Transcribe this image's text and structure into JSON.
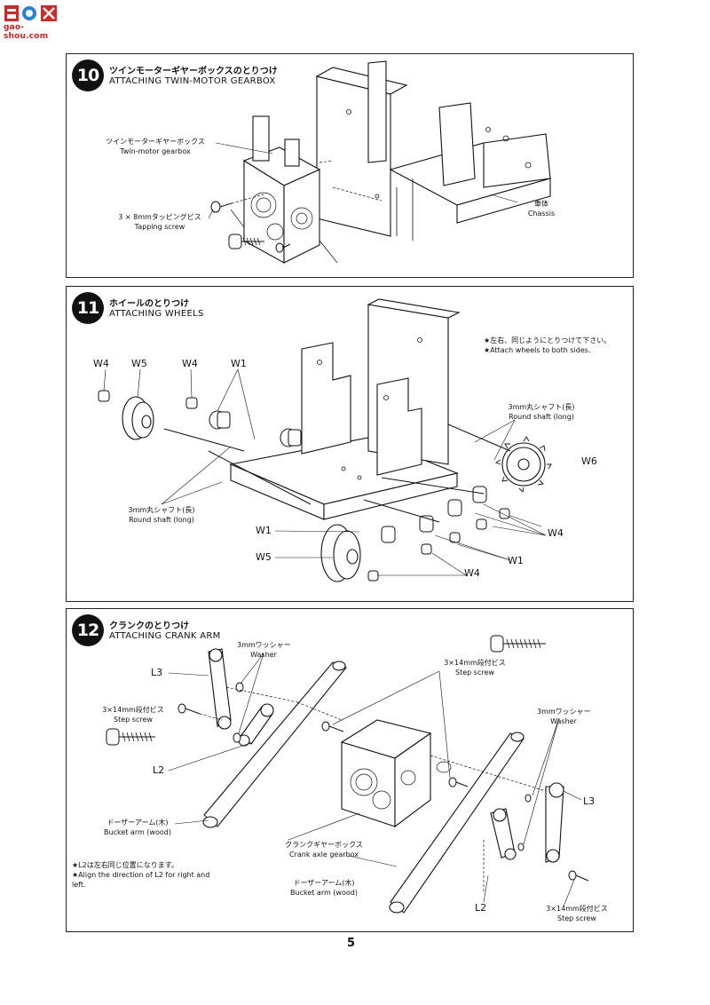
{
  "watermark": {
    "url": "gao-shou.com"
  },
  "page_number": "5",
  "step10": {
    "number": "10",
    "title_jp": "ツインモーターギヤーボックスのとりつけ",
    "title_en": "ATTACHING TWIN-MOTOR GEARBOX",
    "gearbox_jp": "ツインモーターギヤーボックス",
    "gearbox_en": "Twin-motor gearbox",
    "screw_jp": "3 × 8mmタッピングビス",
    "screw_en": "Tapping screw",
    "chassis_jp": "車体",
    "chassis_en": "Chassis"
  },
  "step11": {
    "number": "11",
    "title_jp": "ホイールのとりつけ",
    "title_en": "ATTACHING WHEELS",
    "note_jp": "★左右、同じようにとりつけて下さい。",
    "note_en": "★Attach wheels to both sides.",
    "shaft_jp": "3mm丸シャフト(長)",
    "shaft_en": "Round shaft (long)",
    "parts": {
      "w1": "W1",
      "w4": "W4",
      "w5": "W5",
      "w6": "W6"
    }
  },
  "step12": {
    "number": "12",
    "title_jp": "クランクのとりつけ",
    "title_en": "ATTACHING CRANK ARM",
    "washer_jp": "3mmワッシャー",
    "washer_en": "Washer",
    "stepscrew_jp": "3×14mm段付ビス",
    "stepscrew_en": "Step screw",
    "bucket_jp": "ドーザーアーム(木)",
    "bucket_en": "Bucket arm (wood)",
    "crank_jp": "クランクギヤーボックス",
    "crank_en": "Crank axle gearbox",
    "note_jp": "★L2は左右同じ位置になります。",
    "note_en": "★Align the direction of L2 for right and left.",
    "parts": {
      "l2": "L2",
      "l3": "L3"
    }
  }
}
